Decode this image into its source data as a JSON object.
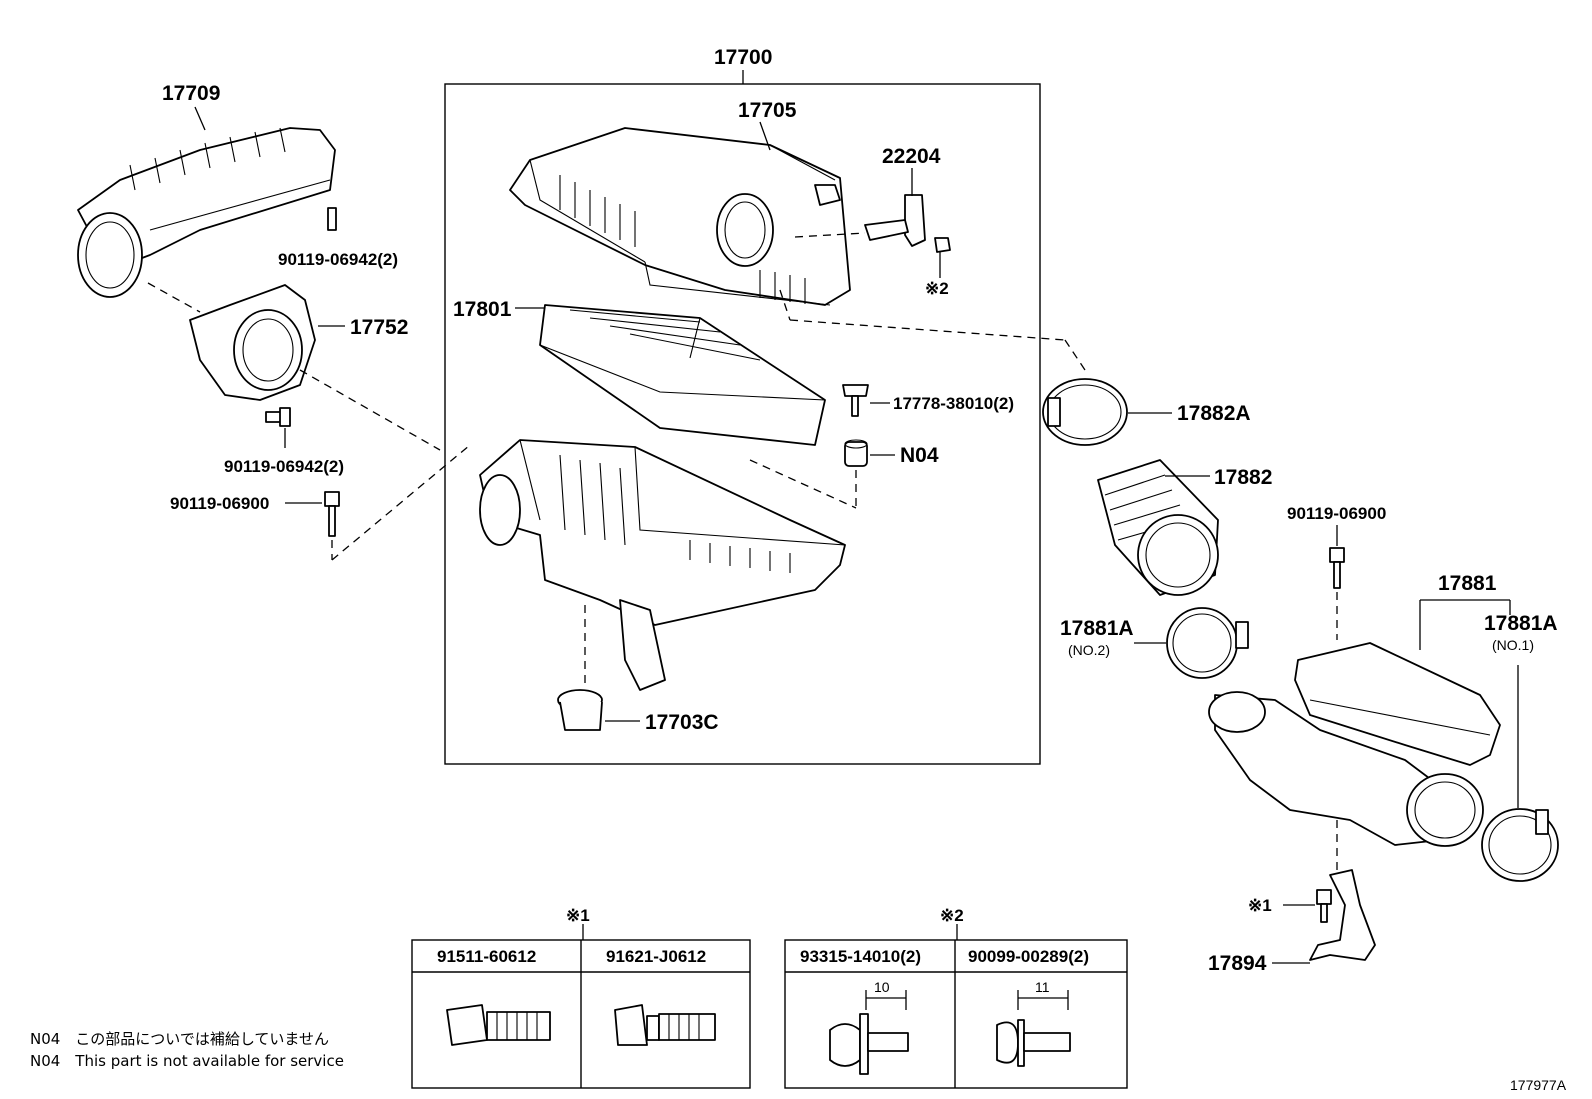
{
  "labels": {
    "assembly": "17700",
    "cover": "17705",
    "sensor": "22204",
    "sensor_note": "※2",
    "intake_duct": "17709",
    "duct_bolt_top": "90119-06942(2)",
    "resonator": "17752",
    "duct_bolt_mid": "90119-06942(2)",
    "bolt_left": "90119-06900",
    "element": "17801",
    "clip": "17778-38010(2)",
    "grommet": "N04",
    "drain": "17703C",
    "clamp_upper": "17882A",
    "hose": "17882",
    "bolt_right": "90119-06900",
    "inlet": "17881",
    "clamp_no2": "17881A",
    "clamp_no2_sub": "(NO.2)",
    "clamp_no1": "17881A",
    "clamp_no1_sub": "(NO.1)",
    "bracket_note": "※1",
    "bracket": "17894",
    "figure_code": "177977A"
  },
  "tables": [
    {
      "mark": "※1",
      "columns": [
        "91511-60612",
        "91621-J0612"
      ]
    },
    {
      "mark": "※2",
      "columns": [
        "93315-14010(2)",
        "90099-00289(2)"
      ],
      "dims": [
        "10",
        "11"
      ]
    }
  ],
  "notes": [
    "N04　この部品についでは補給していません",
    "N04　This part is not available for service"
  ]
}
